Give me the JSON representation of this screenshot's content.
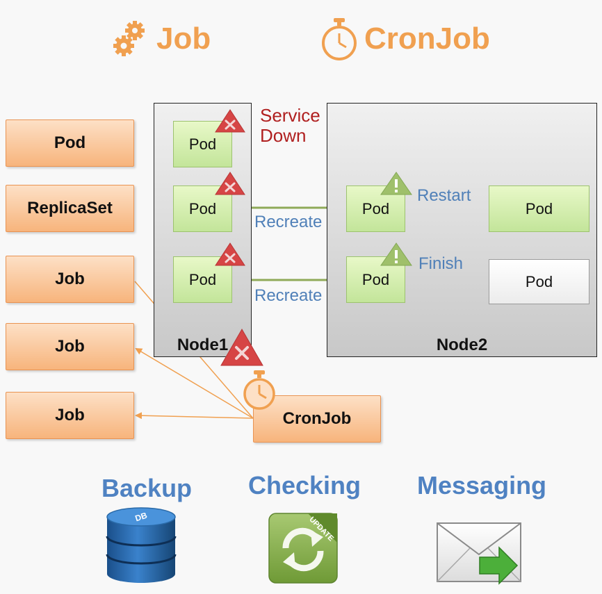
{
  "header": {
    "job_title": "Job",
    "cronjob_title": "CronJob"
  },
  "left_boxes": {
    "pod": "Pod",
    "replicaset": "ReplicaSet",
    "job1": "Job",
    "job2": "Job",
    "job3": "Job"
  },
  "cronjob_box": "CronJob",
  "node1": {
    "label": "Node1",
    "pods": [
      "Pod",
      "Pod",
      "Pod"
    ]
  },
  "node2": {
    "label": "Node2",
    "pods": [
      "Pod",
      "Pod"
    ],
    "results": [
      "Pod",
      "Pod"
    ]
  },
  "labels": {
    "service_down_line1": "Service",
    "service_down_line2": "Down",
    "recreate1": "Recreate",
    "recreate2": "Recreate",
    "restart": "Restart",
    "finish": "Finish"
  },
  "bottom": {
    "backup": "Backup",
    "checking": "Checking",
    "messaging": "Messaging",
    "db_text": "DB",
    "update_text": "UPDATE"
  },
  "colors": {
    "orange_accent": "#f0a050",
    "blue_label": "#4f82c2",
    "red_text": "#b02020",
    "arrow_green": "#8faa58",
    "warning_red": "#d64545",
    "warning_green": "#9fc06b"
  }
}
